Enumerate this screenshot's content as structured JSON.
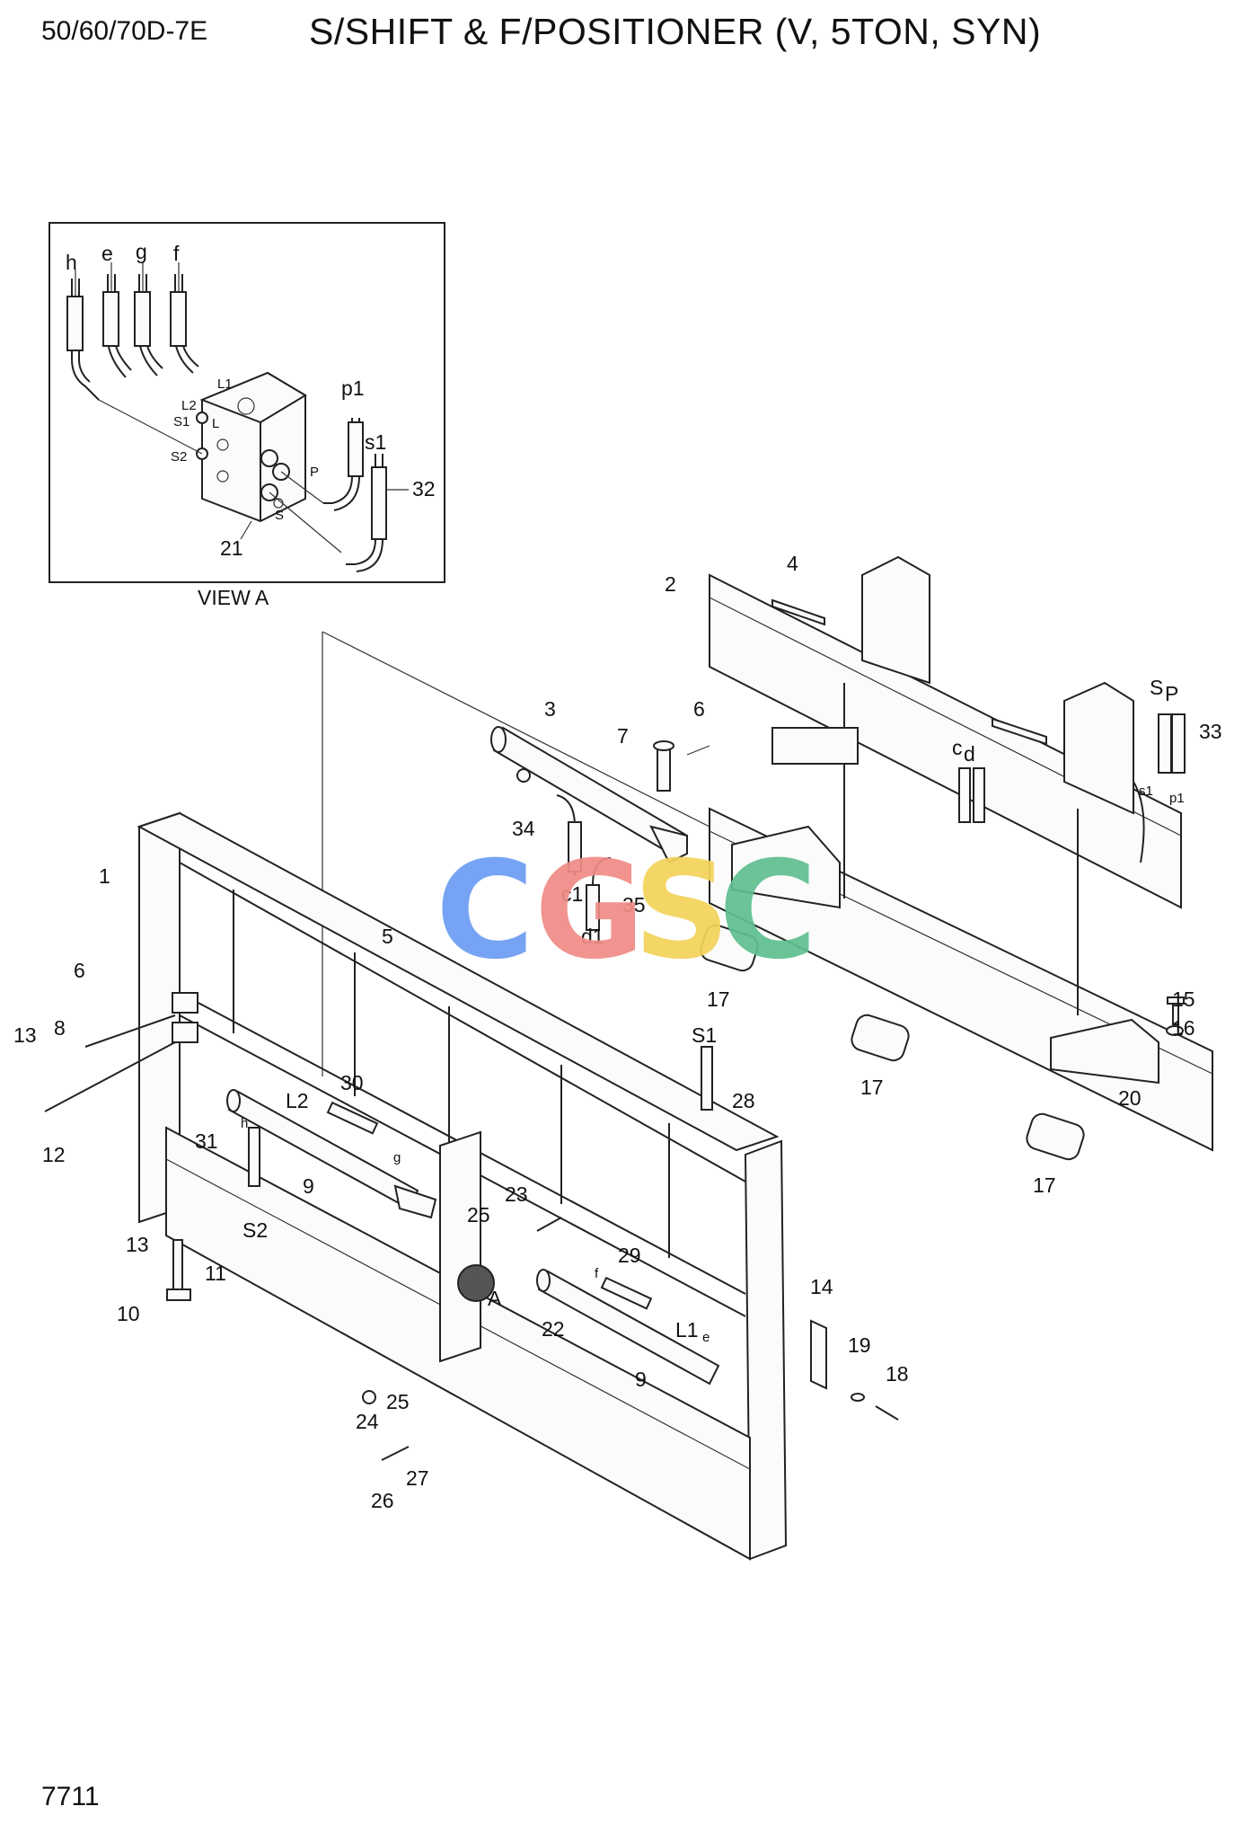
{
  "header": {
    "model": "50/60/70D-7E",
    "title": "S/SHIFT & F/POSITIONER (V, 5TON, SYN)"
  },
  "footer": {
    "page_number": "7711"
  },
  "view_a": {
    "caption": "VIEW A",
    "hose_letters": [
      "h",
      "e",
      "g",
      "f"
    ],
    "port_labels": [
      "L1",
      "L2",
      "L",
      "S1",
      "S2",
      "P",
      "S"
    ],
    "line_labels": [
      "p1",
      "s1"
    ],
    "callouts": [
      "21",
      "32"
    ]
  },
  "watermark": {
    "letters": [
      "C",
      "G",
      "S",
      "C"
    ],
    "colors": [
      "#6b9cf2",
      "#f08c86",
      "#f3d35a",
      "#5fbf8f"
    ]
  },
  "callouts": [
    {
      "n": "1"
    },
    {
      "n": "2"
    },
    {
      "n": "3"
    },
    {
      "n": "4"
    },
    {
      "n": "5"
    },
    {
      "n": "6"
    },
    {
      "n": "6"
    },
    {
      "n": "7"
    },
    {
      "n": "8"
    },
    {
      "n": "9"
    },
    {
      "n": "9"
    },
    {
      "n": "10"
    },
    {
      "n": "11"
    },
    {
      "n": "12"
    },
    {
      "n": "13"
    },
    {
      "n": "13"
    },
    {
      "n": "14"
    },
    {
      "n": "15"
    },
    {
      "n": "16"
    },
    {
      "n": "17"
    },
    {
      "n": "17"
    },
    {
      "n": "17"
    },
    {
      "n": "18"
    },
    {
      "n": "19"
    },
    {
      "n": "20"
    },
    {
      "n": "22"
    },
    {
      "n": "23"
    },
    {
      "n": "24"
    },
    {
      "n": "25"
    },
    {
      "n": "25"
    },
    {
      "n": "26"
    },
    {
      "n": "27"
    },
    {
      "n": "28"
    },
    {
      "n": "29"
    },
    {
      "n": "30"
    },
    {
      "n": "31"
    },
    {
      "n": "33"
    },
    {
      "n": "34"
    },
    {
      "n": "35"
    }
  ],
  "hose_labels": [
    "c",
    "d",
    "c1",
    "d1",
    "s1",
    "p1",
    "S",
    "P",
    "L2",
    "L1",
    "h",
    "g",
    "f",
    "e",
    "S1",
    "S2",
    "A"
  ]
}
